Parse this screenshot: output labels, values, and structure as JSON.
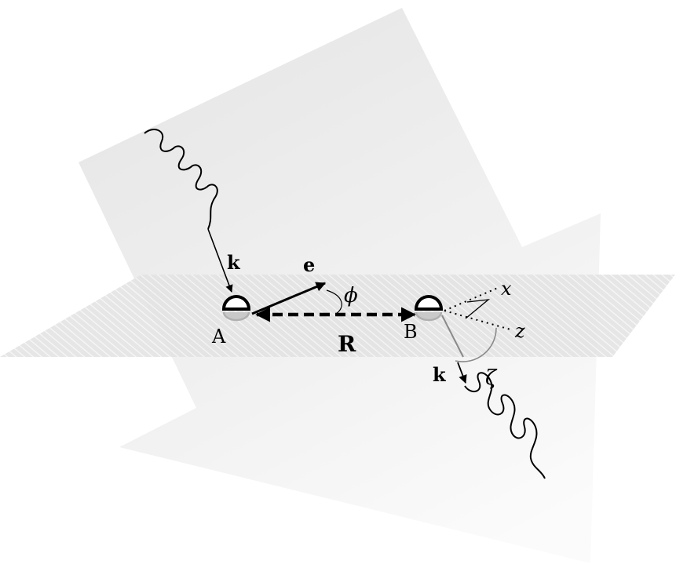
{
  "labels": {
    "k_in": "k",
    "e": "e",
    "phi": "ϕ",
    "A": "A",
    "R": "R",
    "B": "B",
    "x": "x",
    "z": "z",
    "k_out": "k",
    "zeta": "ζ"
  }
}
